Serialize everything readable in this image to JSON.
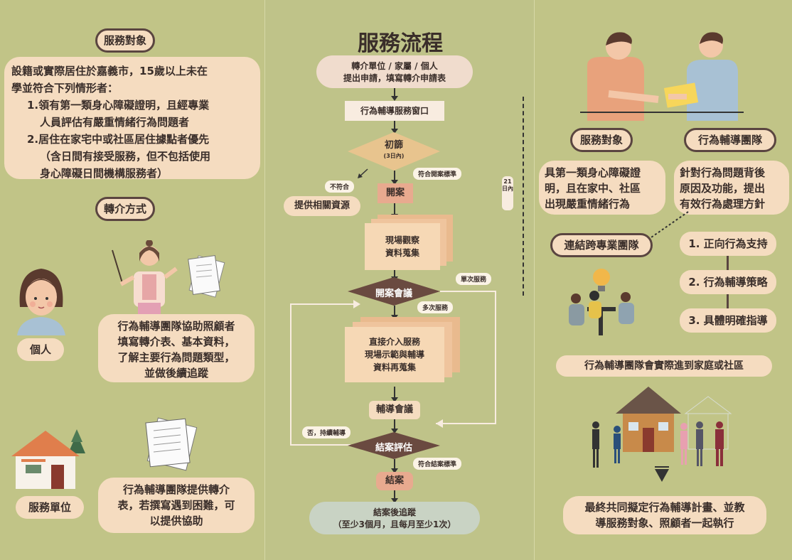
{
  "left": {
    "target_title": "服務對象",
    "target_text_line1": "設籍或實際居住於嘉義市，15歲以上未在",
    "target_text_line2": "學並符合下列情形者：",
    "target_item1_line1": "1.領有第一類身心障礙證明，且經專業",
    "target_item1_line2": "人員評估有嚴重情緒行為問題者",
    "target_item2_line1": "2.居住在家宅中或社區居住據點者優先",
    "target_item2_line2": "（含日間有接受服務，但不包括使用",
    "target_item2_line3": "身心障礙日間機構服務者）",
    "referral_title": "轉介方式",
    "individual_label": "個人",
    "individual_desc_line1": "行為輔導團隊協助照顧者",
    "individual_desc_line2": "填寫轉介表、基本資料，",
    "individual_desc_line3": "了解主要行為問題類型，",
    "individual_desc_line4": "並做後續追蹤",
    "agency_label": "服務單位",
    "agency_desc_line1": "行為輔導團隊提供轉介",
    "agency_desc_line2": "表，若撰寫遇到困難，可",
    "agency_desc_line3": "以提供協助"
  },
  "middle": {
    "title": "服務流程",
    "step1_line1": "轉介單位 / 家屬 / 個人",
    "step1_line2": "提出申請，填寫轉介申請表",
    "step2": "行為輔導服務窗口",
    "screen_label": "初篩",
    "screen_sub": "(3日內)",
    "not_match": "不符合",
    "match_open": "符合開案標準",
    "provide_resources": "提供相關資源",
    "open_case": "開案",
    "days21": "21日內",
    "observe_line1": "現場觀察",
    "observe_line2": "資料蒐集",
    "meeting": "開案會議",
    "single_service": "單次服務",
    "multi_service": "多次服務",
    "intervene_line1": "直接介入服務",
    "intervene_line2": "現場示範與輔導",
    "intervene_line3": "資料再蒐集",
    "guidance_meeting": "輔導會議",
    "continue": "否，持續輔導",
    "evaluate": "結案評估",
    "match_close": "符合結案標準",
    "close_case": "結案",
    "followup_line1": "結案後追蹤",
    "followup_line2": "（至少3個月，且每月至少1次）"
  },
  "right": {
    "target_title": "服務對象",
    "team_title": "行為輔導團隊",
    "target_desc_line1": "具第一類身心障礙證",
    "target_desc_line2": "明，且在家中、社區",
    "target_desc_line3": "出現嚴重情緒行為",
    "team_desc_line1": "針對行為問題背後",
    "team_desc_line2": "原因及功能，提出",
    "team_desc_line3": "有效行為處理方針",
    "link_team": "連結跨專業團隊",
    "strategy1": "1. 正向行為支持",
    "strategy2": "2. 行為輔導策略",
    "strategy3": "3. 具體明確指導",
    "home_visit": "行為輔導團隊會實際進到家庭或社區",
    "final_line1": "最終共同擬定行為輔導計畫、並教",
    "final_line2": "導服務對象、照顧者一起執行"
  },
  "colors": {
    "background": "#c1c487",
    "pill": "#f5dcc0",
    "border": "#5a4540",
    "salmon": "#e8aa8f",
    "sage": "#c9d3c4"
  }
}
